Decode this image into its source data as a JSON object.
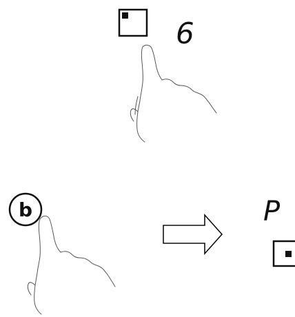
{
  "top_display": {
    "digit": "6",
    "icon": "square-button-icon"
  },
  "bottom_left": {
    "button_label": "b"
  },
  "bottom_right": {
    "display_letter": "P",
    "icon": "square-button-icon"
  },
  "arrow": {
    "icon": "right-arrow-icon"
  },
  "colors": {
    "line": "#111111",
    "sketch": "#555555",
    "background": "#ffffff"
  }
}
